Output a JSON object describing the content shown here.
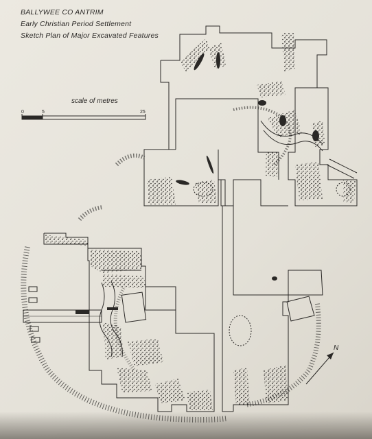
{
  "title": {
    "site": "BALLYWEE CO ANTRIM",
    "period": "Early Christian Period Settlement",
    "caption": "Sketch Plan of Major Excavated Features"
  },
  "scale": {
    "label": "scale of metres",
    "ticks": [
      "0",
      "5",
      "25"
    ]
  },
  "north": {
    "label": "N",
    "icon": "north-arrow-icon"
  },
  "colors": {
    "paper": "#e7e4db",
    "ink": "#2a2826"
  }
}
